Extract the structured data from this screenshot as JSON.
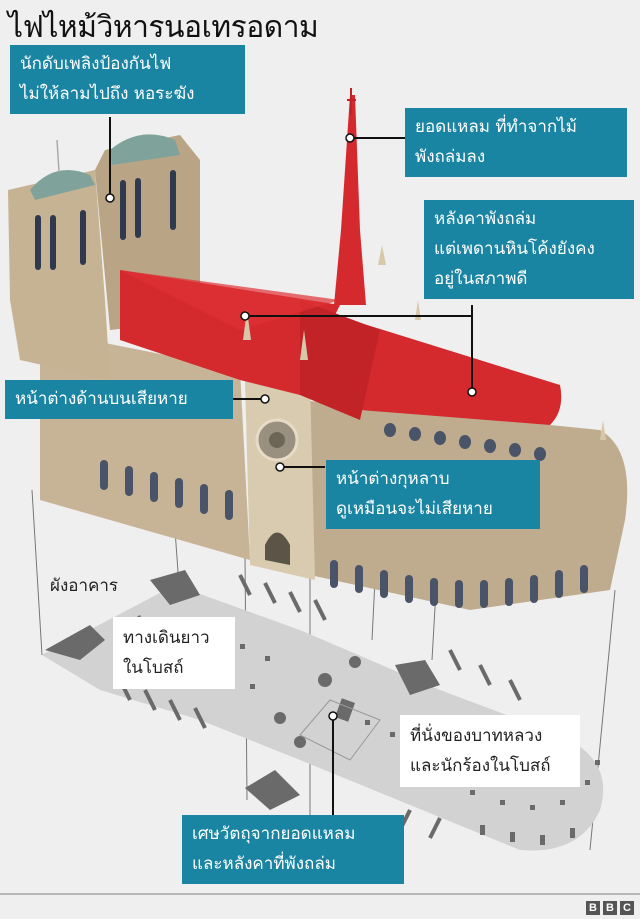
{
  "title": "ไฟไหม้วิหารนอเทรอดาม",
  "colors": {
    "background": "#efefef",
    "callout_bg": "#1a84a3",
    "roof_red": "#d42a2e",
    "stone": "#c9b89c",
    "floorplan_light": "#d2d2d2",
    "floorplan_dark": "#6a6a6a"
  },
  "callouts": {
    "towers": {
      "line1": "นักดับเพลิงป้องกันไฟ",
      "line2": "ไม่ให้ลามไปถึง หอระฆัง"
    },
    "spire": {
      "line1": "ยอดแหลม ที่ทำจากไม้",
      "line2": "พังถล่มลง"
    },
    "roof": {
      "line1": "หลังคาพังถล่ม",
      "line2": "แต่เพดานหินโค้งยังคง",
      "line3": "อยู่ในสภาพดี"
    },
    "upper_windows": {
      "line1": "หน้าต่างด้านบนเสียหาย"
    },
    "rose_window": {
      "line1": "หน้าต่างกุหลาบ",
      "line2": "ดูเหมือนจะไม่เสียหาย"
    },
    "debris": {
      "line1": "เศษวัตถุจากยอดแหลม",
      "line2": "และหลังคาที่พังถล่ม"
    }
  },
  "floorplan": {
    "heading": "ผังอาคาร",
    "nave": {
      "line1": "ทางเดินยาว",
      "line2": "ในโบสถ์"
    },
    "choir": {
      "line1": "ที่นั่งของบาทหลวง",
      "line2": "และนักร้องในโบสถ์"
    }
  },
  "footer": {
    "logo": [
      "B",
      "B",
      "C"
    ]
  }
}
